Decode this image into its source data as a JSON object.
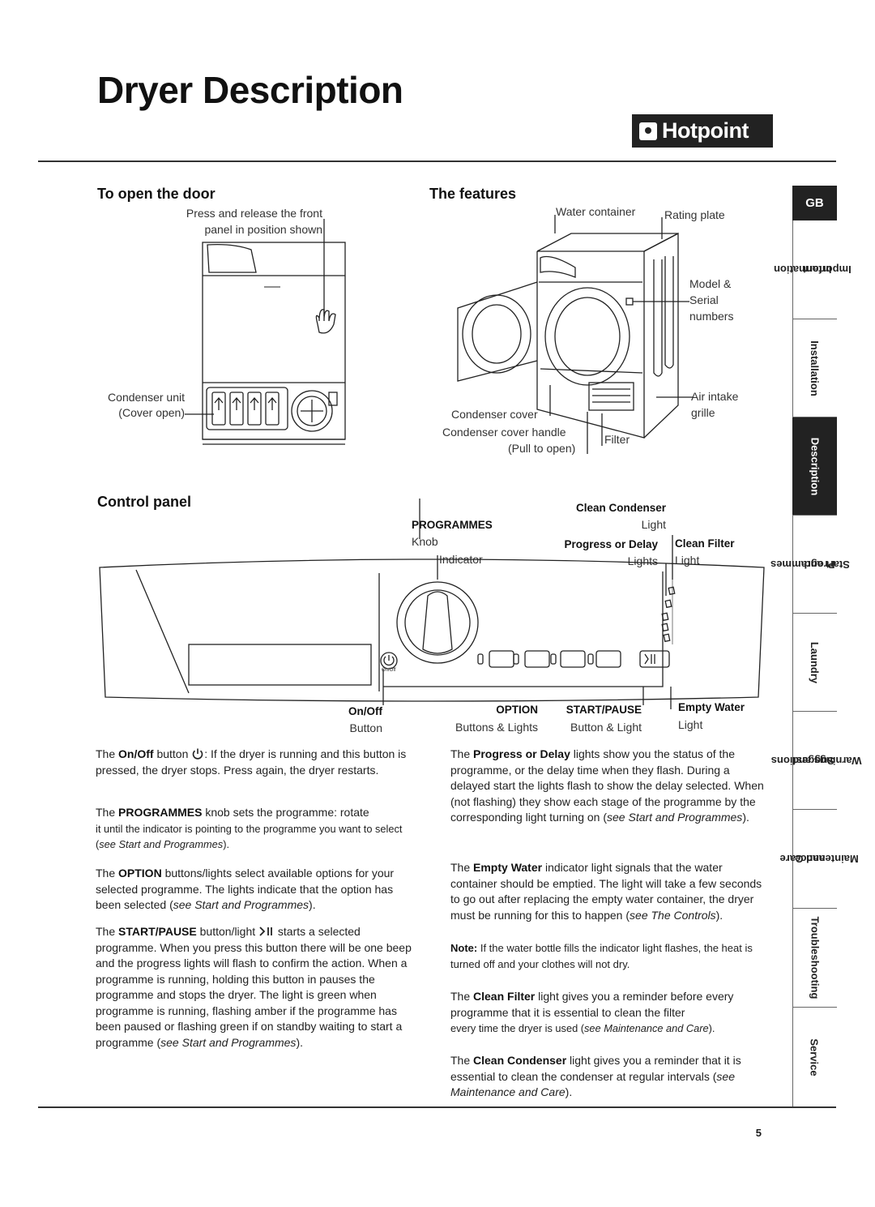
{
  "page": {
    "title": "Dryer Description",
    "brand": "Hotpoint",
    "page_number": "5"
  },
  "open_door": {
    "heading": "To open the door",
    "instruction_line1": "Press and release the front",
    "instruction_line2": "panel in position shown",
    "condenser_label_line1": "Condenser unit",
    "condenser_label_line2": "(Cover open)"
  },
  "features": {
    "heading": "The features",
    "water_container": "Water container",
    "rating_plate": "Rating plate",
    "model_serial_line1": "Model &",
    "model_serial_line2": "Serial",
    "model_serial_line3": "numbers",
    "air_intake_line1": "Air intake",
    "air_intake_line2": "grille",
    "condenser_cover": "Condenser cover",
    "condenser_cover_handle": "Condenser cover handle",
    "pull_to_open": "(Pull to open)",
    "filter": "Filter"
  },
  "control_panel": {
    "heading": "Control panel",
    "programmes": "PROGRAMMES",
    "knob": "Knob",
    "indicator": "Indicator",
    "clean_condenser": "Clean Condenser",
    "clean_condenser_light": "Light",
    "progress_or_delay": "Progress or Delay",
    "progress_lights": "Lights",
    "clean_filter": "Clean Filter",
    "clean_filter_light": "Light",
    "on_off": "On/Off",
    "on_off_button": "Button",
    "on_off_panel_text": "On/Off",
    "option": "OPTION",
    "option_sub": "Buttons & Lights",
    "start_pause": "START/PAUSE",
    "start_pause_sub": "Button & Light",
    "empty_water": "Empty Water",
    "empty_water_light": "Light"
  },
  "text_left": {
    "p1_a": "The ",
    "p1_bold": "On/Off",
    "p1_b": " button ",
    "p1_c": ": If the dryer is running and this button is pressed, the dryer stops. Press again, the dryer restarts.",
    "p2_a": "The ",
    "p2_bold": "PROGRAMMES",
    "p2_b": " knob sets the programme: rotate",
    "p2_c": "it until the indicator is pointing to the programme you want to select (",
    "p2_italic": "see Start and Programmes",
    "p2_d": ").",
    "p3_a": "The ",
    "p3_bold": "OPTION",
    "p3_b": " buttons/lights select available options for your selected programme. The lights indicate that the option has been selected (",
    "p3_italic": "see Start and Programmes",
    "p3_c": ").",
    "p4_a": "The ",
    "p4_bold": "START/PAUSE",
    "p4_b": " button/light ",
    "p4_c": " starts a selected programme. When you press this button there will be one beep and the progress lights will flash to confirm the action. When a programme is running, holding this button in pauses the programme and stops the dryer. The light is green when programme is running, flashing amber if the programme has been paused or flashing green if on standby waiting to start a programme (",
    "p4_italic": "see Start and Programmes",
    "p4_d": ")."
  },
  "text_right": {
    "p1_a": "The ",
    "p1_bold": "Progress or Delay",
    "p1_b": " lights show you the status of the programme, or the delay time when they flash. During a delayed start the lights flash to show the delay selected. When (not flashing) they show each stage of the programme by the corresponding light turning on (",
    "p1_italic": "see Start and Programmes",
    "p1_c": ").",
    "p2_a": "The ",
    "p2_bold": "Empty Water",
    "p2_b": " indicator light signals that the water container should be emptied. The light will take a few seconds to go out after replacing the empty water container, the dryer must be running for this to happen (",
    "p2_italic": "see The Controls",
    "p2_c": ").",
    "note_bold": "Note:",
    "note_text": " If the water bottle fills the indicator light flashes, the heat is turned off and your clothes will not dry.",
    "p3_a": "The ",
    "p3_bold": "Clean Filter",
    "p3_b": " light gives you a reminder before every programme that it is essential to clean the filter",
    "p3_c": "every time the dryer is used (",
    "p3_italic": "see Maintenance and Care",
    "p3_d": ").",
    "p4_a": "The ",
    "p4_bold": "Clean Condenser",
    "p4_b": " light gives you a reminder that it is essential to clean the condenser at regular intervals (",
    "p4_italic": "see Maintenance and Care",
    "p4_c": ")."
  },
  "sidebar": {
    "gb": "GB",
    "items": [
      {
        "line1": "Important",
        "line2": "Information"
      },
      {
        "line1": "Installation",
        "line2": ""
      },
      {
        "line1": "Description",
        "line2": ""
      },
      {
        "line1": "Start and",
        "line2": "Programmes"
      },
      {
        "line1": "Laundry",
        "line2": ""
      },
      {
        "line1": "Warnings and",
        "line2": "Suggestions"
      },
      {
        "line1": "Maintenance",
        "line2": "and Care"
      },
      {
        "line1": "Troubleshooting",
        "line2": ""
      },
      {
        "line1": "Service",
        "line2": ""
      }
    ],
    "active_index": 2
  }
}
